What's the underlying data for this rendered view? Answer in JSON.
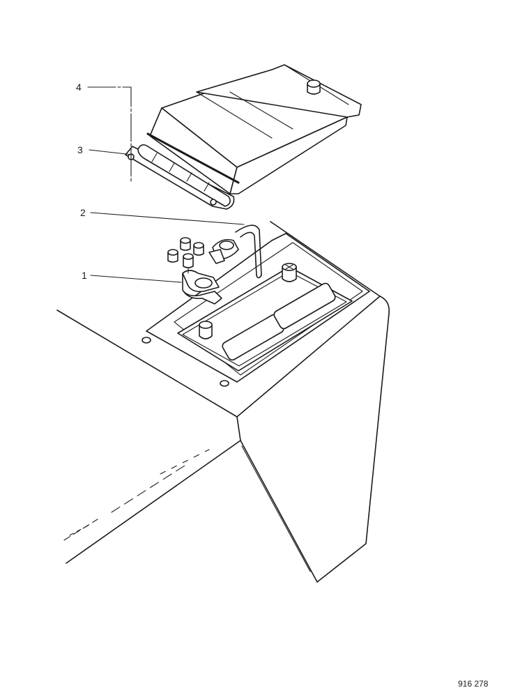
{
  "callouts": [
    {
      "label": "1",
      "part": "battery-terminal-clamp"
    },
    {
      "label": "2",
      "part": "battery-cable"
    },
    {
      "label": "3",
      "part": "hinge"
    },
    {
      "label": "4",
      "part": "battery-cover"
    }
  ],
  "figure_reference": "916 278",
  "colors": {
    "line": "#1a1a1a",
    "background": "#ffffff"
  }
}
